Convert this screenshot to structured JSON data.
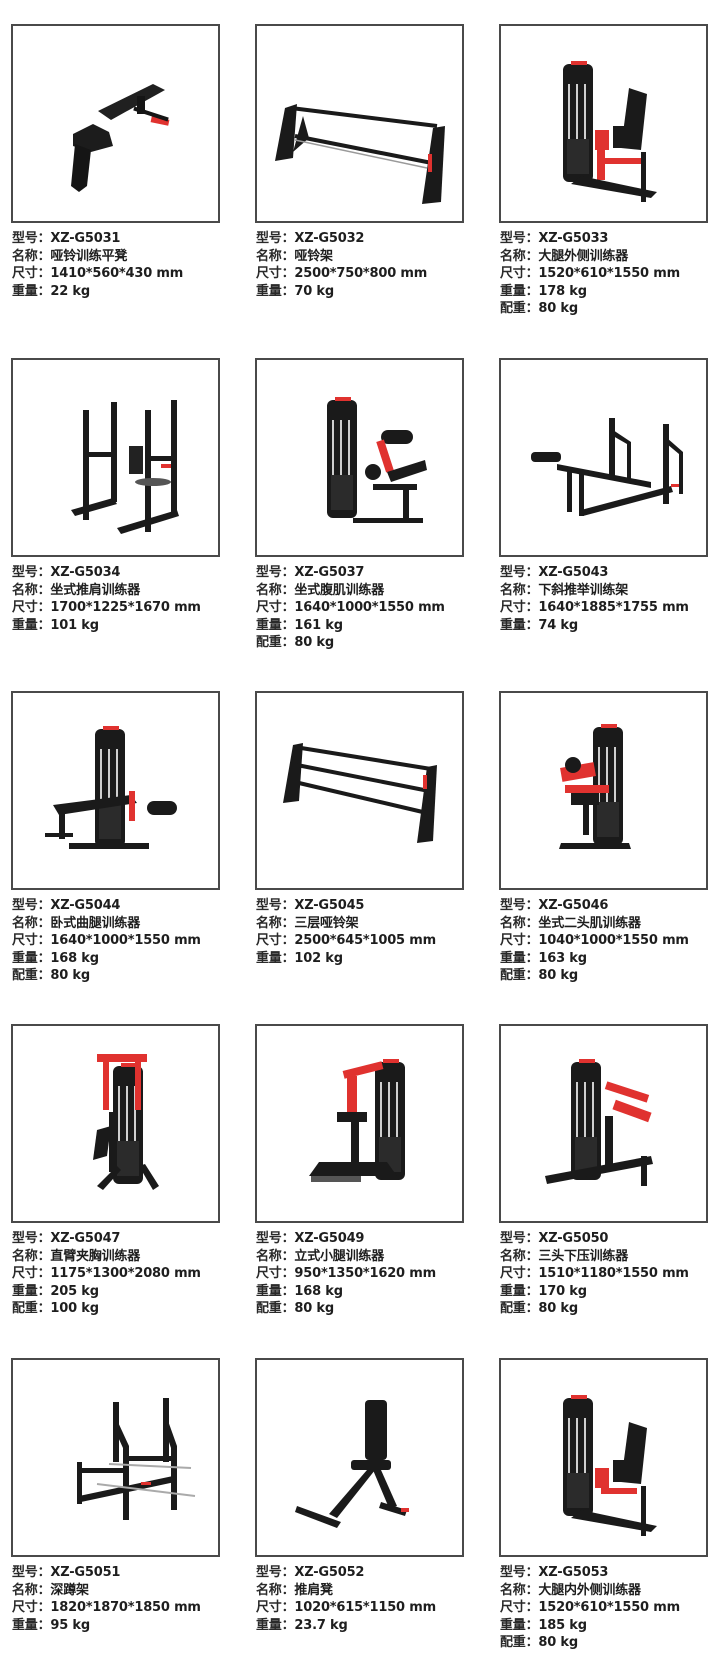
{
  "labels": {
    "model": "型号：",
    "name": "名称：",
    "size": "尺寸：",
    "weight": "重量：",
    "counterweight": "配重："
  },
  "colors": {
    "frame_border": "#4a4a4a",
    "equipment_black": "#1a1a1a",
    "accent_red": "#e0322f"
  },
  "products": [
    {
      "model": "XZ-G5031",
      "name": "哑铃训练平凳",
      "size": "1410*560*430 mm",
      "weight": "22 kg",
      "counterweight": null,
      "icon": "flat-bench"
    },
    {
      "model": "XZ-G5032",
      "name": "哑铃架",
      "size": "2500*750*800 mm",
      "weight": "70 kg",
      "counterweight": null,
      "icon": "dumbbell-rack"
    },
    {
      "model": "XZ-G5033",
      "name": "大腿外侧训练器",
      "size": "1520*610*1550 mm",
      "weight": "178 kg",
      "counterweight": "80 kg",
      "icon": "hip-abductor"
    },
    {
      "model": "XZ-G5034",
      "name": "坐式推肩训练器",
      "size": "1700*1225*1670 mm",
      "weight": "101 kg",
      "counterweight": null,
      "icon": "shoulder-press-bench"
    },
    {
      "model": "XZ-G5037",
      "name": "坐式腹肌训练器",
      "size": "1640*1000*1550 mm",
      "weight": "161 kg",
      "counterweight": "80 kg",
      "icon": "ab-machine"
    },
    {
      "model": "XZ-G5043",
      "name": "下斜推举训练架",
      "size": "1640*1885*1755 mm",
      "weight": "74 kg",
      "counterweight": null,
      "icon": "decline-bench"
    },
    {
      "model": "XZ-G5044",
      "name": "卧式曲腿训练器",
      "size": "1640*1000*1550 mm",
      "weight": "168 kg",
      "counterweight": "80 kg",
      "icon": "leg-curl"
    },
    {
      "model": "XZ-G5045",
      "name": "三层哑铃架",
      "size": "2500*645*1005 mm",
      "weight": "102 kg",
      "counterweight": null,
      "icon": "three-tier-rack"
    },
    {
      "model": "XZ-G5046",
      "name": "坐式二头肌训练器",
      "size": "1040*1000*1550 mm",
      "weight": "163 kg",
      "counterweight": "80 kg",
      "icon": "biceps-curl"
    },
    {
      "model": "XZ-G5047",
      "name": "直臂夹胸训练器",
      "size": "1175*1300*2080 mm",
      "weight": "205 kg",
      "counterweight": "100 kg",
      "icon": "pec-fly"
    },
    {
      "model": "XZ-G5049",
      "name": "立式小腿训练器",
      "size": "950*1350*1620 mm",
      "weight": "168 kg",
      "counterweight": "80 kg",
      "icon": "calf-raise"
    },
    {
      "model": "XZ-G5050",
      "name": "三头下压训练器",
      "size": "1510*1180*1550 mm",
      "weight": "170 kg",
      "counterweight": "80 kg",
      "icon": "triceps-press"
    },
    {
      "model": "XZ-G5051",
      "name": "深蹲架",
      "size": "1820*1870*1850 mm",
      "weight": "95 kg",
      "counterweight": null,
      "icon": "squat-rack"
    },
    {
      "model": "XZ-G5052",
      "name": "推肩凳",
      "size": "1020*615*1150 mm",
      "weight": "23.7 kg",
      "counterweight": null,
      "icon": "utility-bench"
    },
    {
      "model": "XZ-G5053",
      "name": "大腿内外侧训练器",
      "size": "1520*610*1550 mm",
      "weight": "185 kg",
      "counterweight": "80 kg",
      "icon": "hip-adductor-abductor"
    }
  ]
}
